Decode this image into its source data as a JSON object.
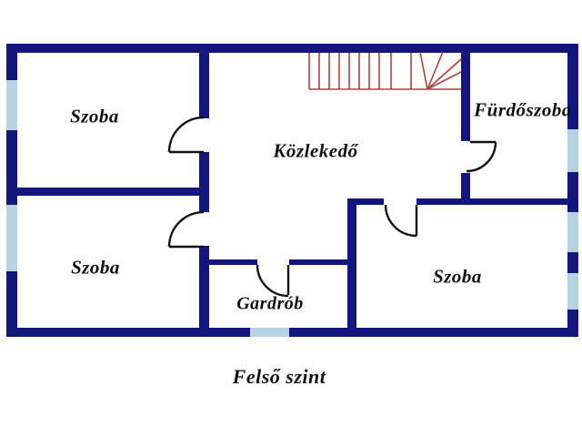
{
  "floor_label": "Felső szint",
  "rooms": [
    {
      "label": "Szoba"
    },
    {
      "label": "Fürdőszoba"
    },
    {
      "label": "Közlekedő"
    },
    {
      "label": "Szoba"
    },
    {
      "label": "Gardrób"
    },
    {
      "label": "Szoba"
    }
  ],
  "icons": {
    "stairs": "stairs-symbol",
    "doors": "door-swing-symbol",
    "windows": "window-segment"
  },
  "colors": {
    "bg": "#ffffff",
    "wall": "#15157e",
    "window": "#b6d3e4",
    "stairs": "#b14040",
    "door": "#111111",
    "label": "#111111"
  }
}
